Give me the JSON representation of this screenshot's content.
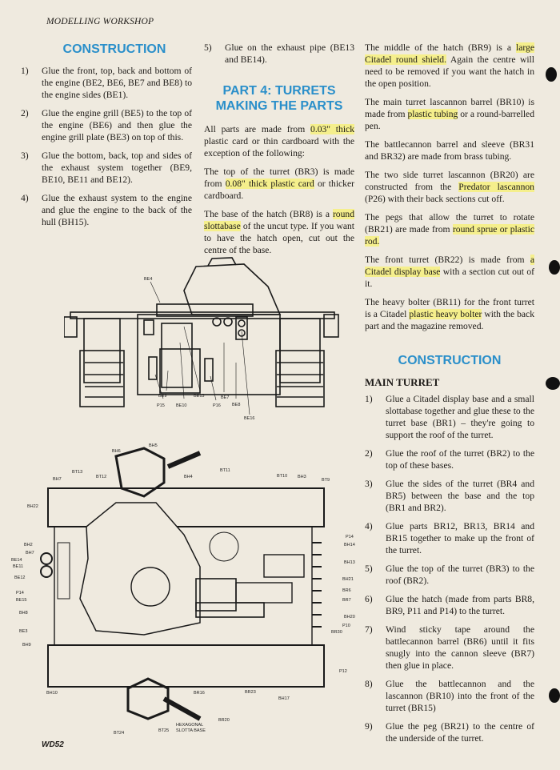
{
  "running_head": "MODELLING WORKSHOP",
  "footer": "WD52",
  "col1": {
    "heading": "CONSTRUCTION",
    "items": [
      {
        "num": "1)",
        "text": "Glue the front, top, back and bottom of the engine (BE2, BE6, BE7 and BE8) to the engine sides (BE1)."
      },
      {
        "num": "2)",
        "text": "Glue the engine grill (BE5) to the top of the engine (BE6) and then glue the engine grill plate (BE3) on top of this."
      },
      {
        "num": "3)",
        "text": "Glue the bottom, back, top and sides of the exhaust system together (BE9, BE10, BE11 and BE12)."
      },
      {
        "num": "4)",
        "text": "Glue the exhaust system to the engine and glue the engine to the back of the hull (BH15)."
      }
    ]
  },
  "col2": {
    "item5": {
      "num": "5)",
      "text": "Glue on the exhaust pipe (BE13 and BE14)."
    },
    "heading_line1": "PART 4: TURRETS",
    "heading_line2": "MAKING THE PARTS",
    "paragraphs": [
      [
        {
          "t": "All parts are made from "
        },
        {
          "t": "0.03\" thick",
          "hl": true
        },
        {
          "t": " plastic card or thin cardboard with the exception of the following:"
        }
      ],
      [
        {
          "t": "The top of the turret (BR3) is made from "
        },
        {
          "t": "0.08\" thick plastic card",
          "hl": true
        },
        {
          "t": " or thicker cardboard."
        }
      ],
      [
        {
          "t": "The base of the hatch (BR8) is a "
        },
        {
          "t": "round slottabase",
          "hl": true
        },
        {
          "t": " of the uncut type. If you want to have the hatch open, cut out the centre of the base."
        }
      ]
    ]
  },
  "col3": {
    "paragraphs": [
      [
        {
          "t": "The middle of the hatch (BR9) is a "
        },
        {
          "t": "large Citadel round shield.",
          "hl": true
        },
        {
          "t": " Again the centre will need to be removed if you want the hatch in the open position."
        }
      ],
      [
        {
          "t": "The main turret lascannon barrel (BR10) is made from "
        },
        {
          "t": "plastic tubing",
          "hl": true
        },
        {
          "t": " or a round-barrelled pen."
        }
      ],
      [
        {
          "t": "The battlecannon barrel and sleeve (BR31 and BR32) are made from brass tubing."
        }
      ],
      [
        {
          "t": "The two side turret lascannon (BR20) are constructed from the "
        },
        {
          "t": "Predator lascannon",
          "hl": true
        },
        {
          "t": " (P26) with their back sections cut off."
        }
      ],
      [
        {
          "t": "The pegs that allow the turret to rotate (BR21) are made from "
        },
        {
          "t": "round sprue or plastic rod.",
          "hl": true
        }
      ],
      [
        {
          "t": "The front turret (BR22) is made from "
        },
        {
          "t": "a Citadel display base",
          "hl": true
        },
        {
          "t": " with a section cut out of it."
        }
      ],
      [
        {
          "t": "The heavy bolter (BR11) for the front turret is a Citadel "
        },
        {
          "t": "plastic heavy bolter",
          "hl": true
        },
        {
          "t": " with the back part and the magazine removed."
        }
      ]
    ],
    "heading": "CONSTRUCTION",
    "subheading": "MAIN TURRET",
    "items": [
      {
        "num": "1)",
        "text": "Glue a Citadel display base and a small slottabase together and glue these to the turret base (BR1) – they're going to support the roof of the turret."
      },
      {
        "num": "2)",
        "text": "Glue the roof of the turret (BR2) to the top of these bases."
      },
      {
        "num": "3)",
        "text": "Glue the sides of the turret (BR4 and BR5) between the base and the top (BR1 and BR2)."
      },
      {
        "num": "4)",
        "text": "Glue parts BR12, BR13, BR14 and BR15 together to make up the front of the turret."
      },
      {
        "num": "5)",
        "text": "Glue the top of the turret (BR3) to the roof (BR2)."
      },
      {
        "num": "6)",
        "text": "Glue the hatch (made from parts BR8, BR9, P11 and P14) to the turret."
      },
      {
        "num": "7)",
        "text": "Wind sticky tape around the battlecannon barrel (BR6) until it fits snugly into the cannon sleeve (BR7) then glue in place."
      },
      {
        "num": "8)",
        "text": "Glue the battlecannon and the lascannon (BR10) into the front of the turret (BR15)"
      },
      {
        "num": "9)",
        "text": "Glue the peg (BR21) to the centre of the underside of the turret."
      }
    ]
  },
  "diagram_rear": {
    "labels": [
      "BE4",
      "P15",
      "BE9",
      "BE10",
      "BE13",
      "P16",
      "BE7",
      "BE8",
      "BE16"
    ]
  },
  "diagram_top": {
    "labels": [
      "BH5",
      "BH6",
      "BT13",
      "BT12",
      "BH7",
      "BH22",
      "BH4",
      "BT11",
      "BT10",
      "BH3",
      "BT9",
      "P14",
      "BH14",
      "BH13",
      "BH21",
      "BR6",
      "BR7",
      "BH20",
      "P10",
      "BR30",
      "P12",
      "BH2",
      "BH7",
      "BE14",
      "BE11",
      "BE12",
      "P14",
      "BE15",
      "BH8",
      "BE3",
      "BH9",
      "BH10",
      "BR16",
      "BR23",
      "BH17",
      "BR20",
      "HEXAGONAL",
      "SLOTTA BASE",
      "BT24",
      "BT25"
    ]
  },
  "colors": {
    "heading_blue": "#2a8fca",
    "highlight": "#f5ef8c",
    "paper": "#efeadf"
  }
}
